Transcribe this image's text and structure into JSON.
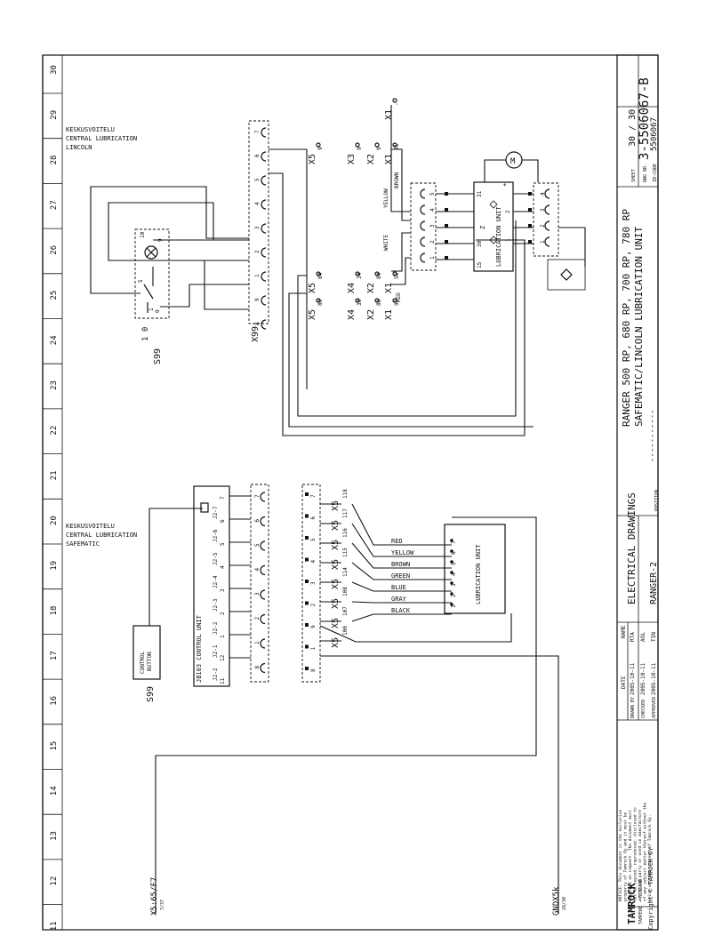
{
  "frame": {
    "columns": [
      "30",
      "29",
      "28",
      "27",
      "26",
      "25",
      "24",
      "23",
      "22",
      "21",
      "20",
      "19",
      "18",
      "17",
      "16",
      "15",
      "14",
      "13",
      "12",
      "11"
    ]
  },
  "upper": {
    "notes": [
      "KESKUSVOITELU",
      "CENTRAL LUBRICATION",
      "LINCOLN"
    ],
    "switch_label": "S99",
    "terminal_block": "X99",
    "terminals": [
      "7",
      "6",
      "5",
      "4",
      "3",
      "2",
      "1",
      "9",
      "8"
    ],
    "lamp_pins": [
      "10",
      "9"
    ],
    "switch_pins": [
      "5",
      "1",
      "0"
    ],
    "connectors_top": [
      {
        "label": "X5",
        "pin": "9"
      },
      {
        "label": "X3",
        "pin": "9"
      },
      {
        "label": "X2",
        "pin": "9"
      },
      {
        "label": "X1",
        "pin": "81"
      },
      {
        "label": "X1",
        "pin": "-"
      }
    ],
    "connectors_bottom": [
      {
        "label": "X5",
        "pin": "84"
      },
      {
        "label": "X4",
        "pin": "34"
      },
      {
        "label": "X2",
        "pin": "84"
      },
      {
        "label": "X1",
        "pin": "56"
      }
    ],
    "connectors_low": [
      {
        "label": "X5",
        "pin": "80"
      },
      {
        "label": "X4",
        "pin": "30"
      },
      {
        "label": "X2",
        "pin": "80"
      },
      {
        "label": "X1",
        "pin": "92"
      }
    ],
    "wire_colors": [
      "BROWN",
      "YELLOW",
      "WHITE",
      "RED"
    ],
    "unit_title": "LUBRICATION UNIT",
    "unit_pins_top": [
      "31",
      "Z",
      "2",
      "1",
      "+"
    ],
    "unit_pins_bottom": [
      "15",
      "30"
    ],
    "motor_label": "M",
    "plug_pins": [
      "5",
      "4",
      "3",
      "2",
      "1"
    ],
    "plug_pins_right": [
      "4",
      "3",
      "2",
      "1"
    ]
  },
  "lower": {
    "notes": [
      "KESKUSVOITELU",
      "CENTRAL LUBRICATION",
      "SAFEMATIC"
    ],
    "control_unit": "JB103 CONTROL UNIT",
    "j_pins": [
      "J2-7",
      "J2-6",
      "J2-5",
      "J2-4",
      "J2-3",
      "J2-2",
      "J2-1",
      "J2-2"
    ],
    "cu_pins": [
      "7",
      "6",
      "5",
      "4",
      "3",
      "2",
      "1",
      "12",
      "11"
    ],
    "button_label": "CONTROL BUTTON",
    "button_ref": "S99",
    "terminals": [
      "7",
      "6",
      "5",
      "4",
      "3",
      "2",
      "1",
      "8"
    ],
    "terminals_b": [
      "7",
      "6",
      "5",
      "4",
      "3",
      "2",
      "9",
      "1",
      "8"
    ],
    "connectors": [
      {
        "label": "X5",
        "pin": "118"
      },
      {
        "label": "X5",
        "pin": "117"
      },
      {
        "label": "X5",
        "pin": "116"
      },
      {
        "label": "X5",
        "pin": "115"
      },
      {
        "label": "X5",
        "pin": "114"
      },
      {
        "label": "X5",
        "pin": "108"
      },
      {
        "label": "X5",
        "pin": "107"
      },
      {
        "label": "X5",
        "pin": "100"
      }
    ],
    "wire_colors": [
      "RED",
      "YELLOW",
      "BROWN",
      "GREEN",
      "BLUE",
      "GRAY",
      "BLACK"
    ],
    "unit_title": "LUBRICATION UNIT",
    "unit_pins": [
      "7",
      "6",
      "5",
      "4",
      "3",
      "2",
      "1"
    ],
    "ref_x5": "X5:65/F7",
    "ref_x5_sub": "7/37",
    "ref_gnd": "GNDX5k",
    "ref_gnd_sub": "28/30"
  },
  "title_block": {
    "logo": "TAMROCK",
    "company_city": "TAMPERE - FINLAND",
    "copyright": "Copyright ©  TAMROCK OY",
    "notice": [
      "NOTICE: This document is the exclusive",
      "property of Tamrock Oy and it must be",
      "returned on request. The document must",
      "not be copied, reproduced, disclosed to",
      "any third party or used in manufacture",
      "of any subject matter thereof without the",
      "prior written consent of Tamrock Oy."
    ],
    "headers": {
      "date": "DATE",
      "name": "NAME"
    },
    "rows": [
      {
        "label": "DRAWN BY",
        "date": "2005-10-11",
        "name": "RTA"
      },
      {
        "label": "CHECKED",
        "date": "2005-10-11",
        "name": "AOL"
      },
      {
        "label": "APPROVED",
        "date": "2005-10-11",
        "name": "TIN"
      }
    ],
    "doc_title": "ELECTRICAL DRAWINGS",
    "model": "RANGER-2",
    "position_label": "POSITION",
    "desc_line1": "RANGER 500 RP, 680 RP, 700 RP, 780 RP",
    "desc_line2": "SAFEMATIC/LINCOLN LUBRICATION UNIT",
    "dashes": "-----------",
    "sheet_label": "SHEET",
    "sheet_value": "30 / 30",
    "dwg_label": "DWG NR.",
    "dwg_value": "3-5506067-B",
    "id_label": "ID-CODE",
    "id_value": "5506067"
  }
}
